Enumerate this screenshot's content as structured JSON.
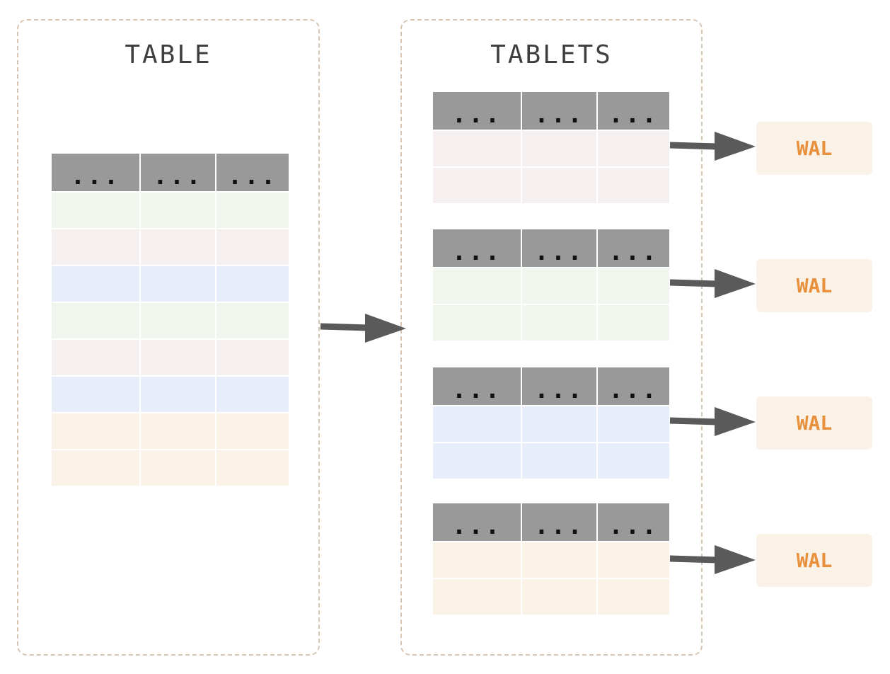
{
  "table_panel": {
    "title": "TABLE"
  },
  "tablets_panel": {
    "title": "TABLETS"
  },
  "header_placeholder": "...",
  "colors": {
    "green": "#f0f5ee",
    "pink": "#f5eff0",
    "blue": "#e8eef9",
    "peach": "#fbf2e7",
    "header": "#999999",
    "wal_text": "#e8903c",
    "arrow": "#5a5a5a"
  },
  "table": {
    "header": [
      "...",
      "...",
      "..."
    ],
    "row_colors": [
      "green",
      "pink",
      "blue",
      "green",
      "pink",
      "blue",
      "peach",
      "peach"
    ]
  },
  "tablets": [
    {
      "header": [
        "...",
        "...",
        "..."
      ],
      "row_colors": [
        "pink",
        "pink"
      ],
      "wal_label": "WAL"
    },
    {
      "header": [
        "...",
        "...",
        "..."
      ],
      "row_colors": [
        "green",
        "green"
      ],
      "wal_label": "WAL"
    },
    {
      "header": [
        "...",
        "...",
        "..."
      ],
      "row_colors": [
        "blue",
        "blue"
      ],
      "wal_label": "WAL"
    },
    {
      "header": [
        "...",
        "...",
        "..."
      ],
      "row_colors": [
        "peach",
        "peach"
      ],
      "wal_label": "WAL"
    }
  ]
}
